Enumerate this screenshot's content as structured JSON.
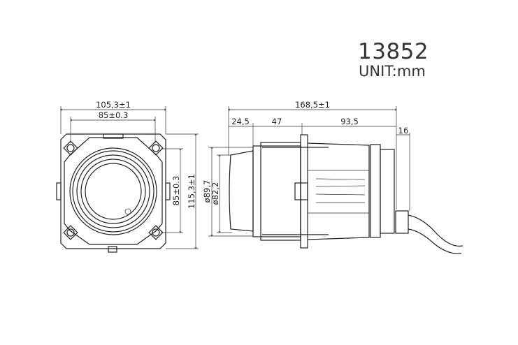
{
  "header": {
    "model_number": "13852",
    "unit_label": "UNIT:mm"
  },
  "front_view": {
    "width_overall": "105,3±1",
    "hole_spacing_horizontal": "85±0.3",
    "hole_spacing_vertical": "85±0.3",
    "height_overall": "115,3±1"
  },
  "side_view": {
    "outer_diameter": "ø89,7",
    "lens_diameter": "ø82,2",
    "length_overall": "168,5±1",
    "lens_depth": "24,5",
    "front_to_flange": "47",
    "flange_to_rear": "93,5",
    "cable_gland": "16"
  }
}
